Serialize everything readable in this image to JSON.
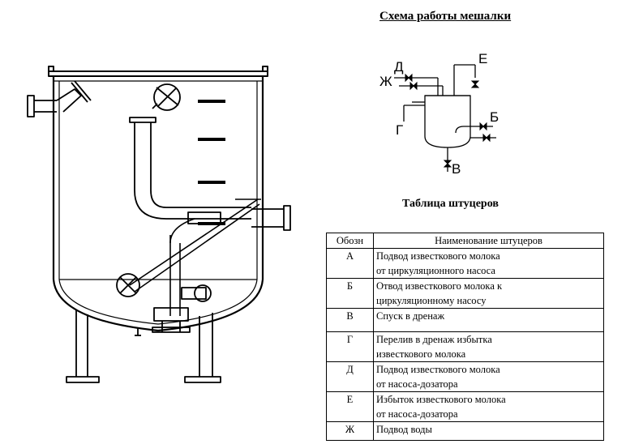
{
  "scheme_title": "Схема работы мешалки",
  "table_title": "Таблица штуцеров",
  "table": {
    "headers": [
      "Обозн",
      "Наименование штуцеров"
    ],
    "rows": [
      {
        "code": "А",
        "name_line1": "Подвод известкового молока",
        "name_line2": "от циркуляционного насоса"
      },
      {
        "code": "Б",
        "name_line1": "Отвод известкового молока к",
        "name_line2": "циркуляционному насосу"
      },
      {
        "code": "В",
        "name_line1": "Спуск в дренаж",
        "name_line2": ""
      },
      {
        "code": "Г",
        "name_line1": "Перелив в дренаж избытка",
        "name_line2": "известкового молока"
      },
      {
        "code": "Д",
        "name_line1": "Подвод известкового молока",
        "name_line2": "от насоса-дозатора"
      },
      {
        "code": "Е",
        "name_line1": "Избыток известкового молока",
        "name_line2": "от насоса-дозатора"
      },
      {
        "code": "Ж",
        "name_line1": "Подвод воды",
        "name_line2": ""
      }
    ]
  },
  "scheme_labels": {
    "D": "Д",
    "Zh": "Ж",
    "E": "Е",
    "G": "Г",
    "B": "Б",
    "V": "В"
  }
}
